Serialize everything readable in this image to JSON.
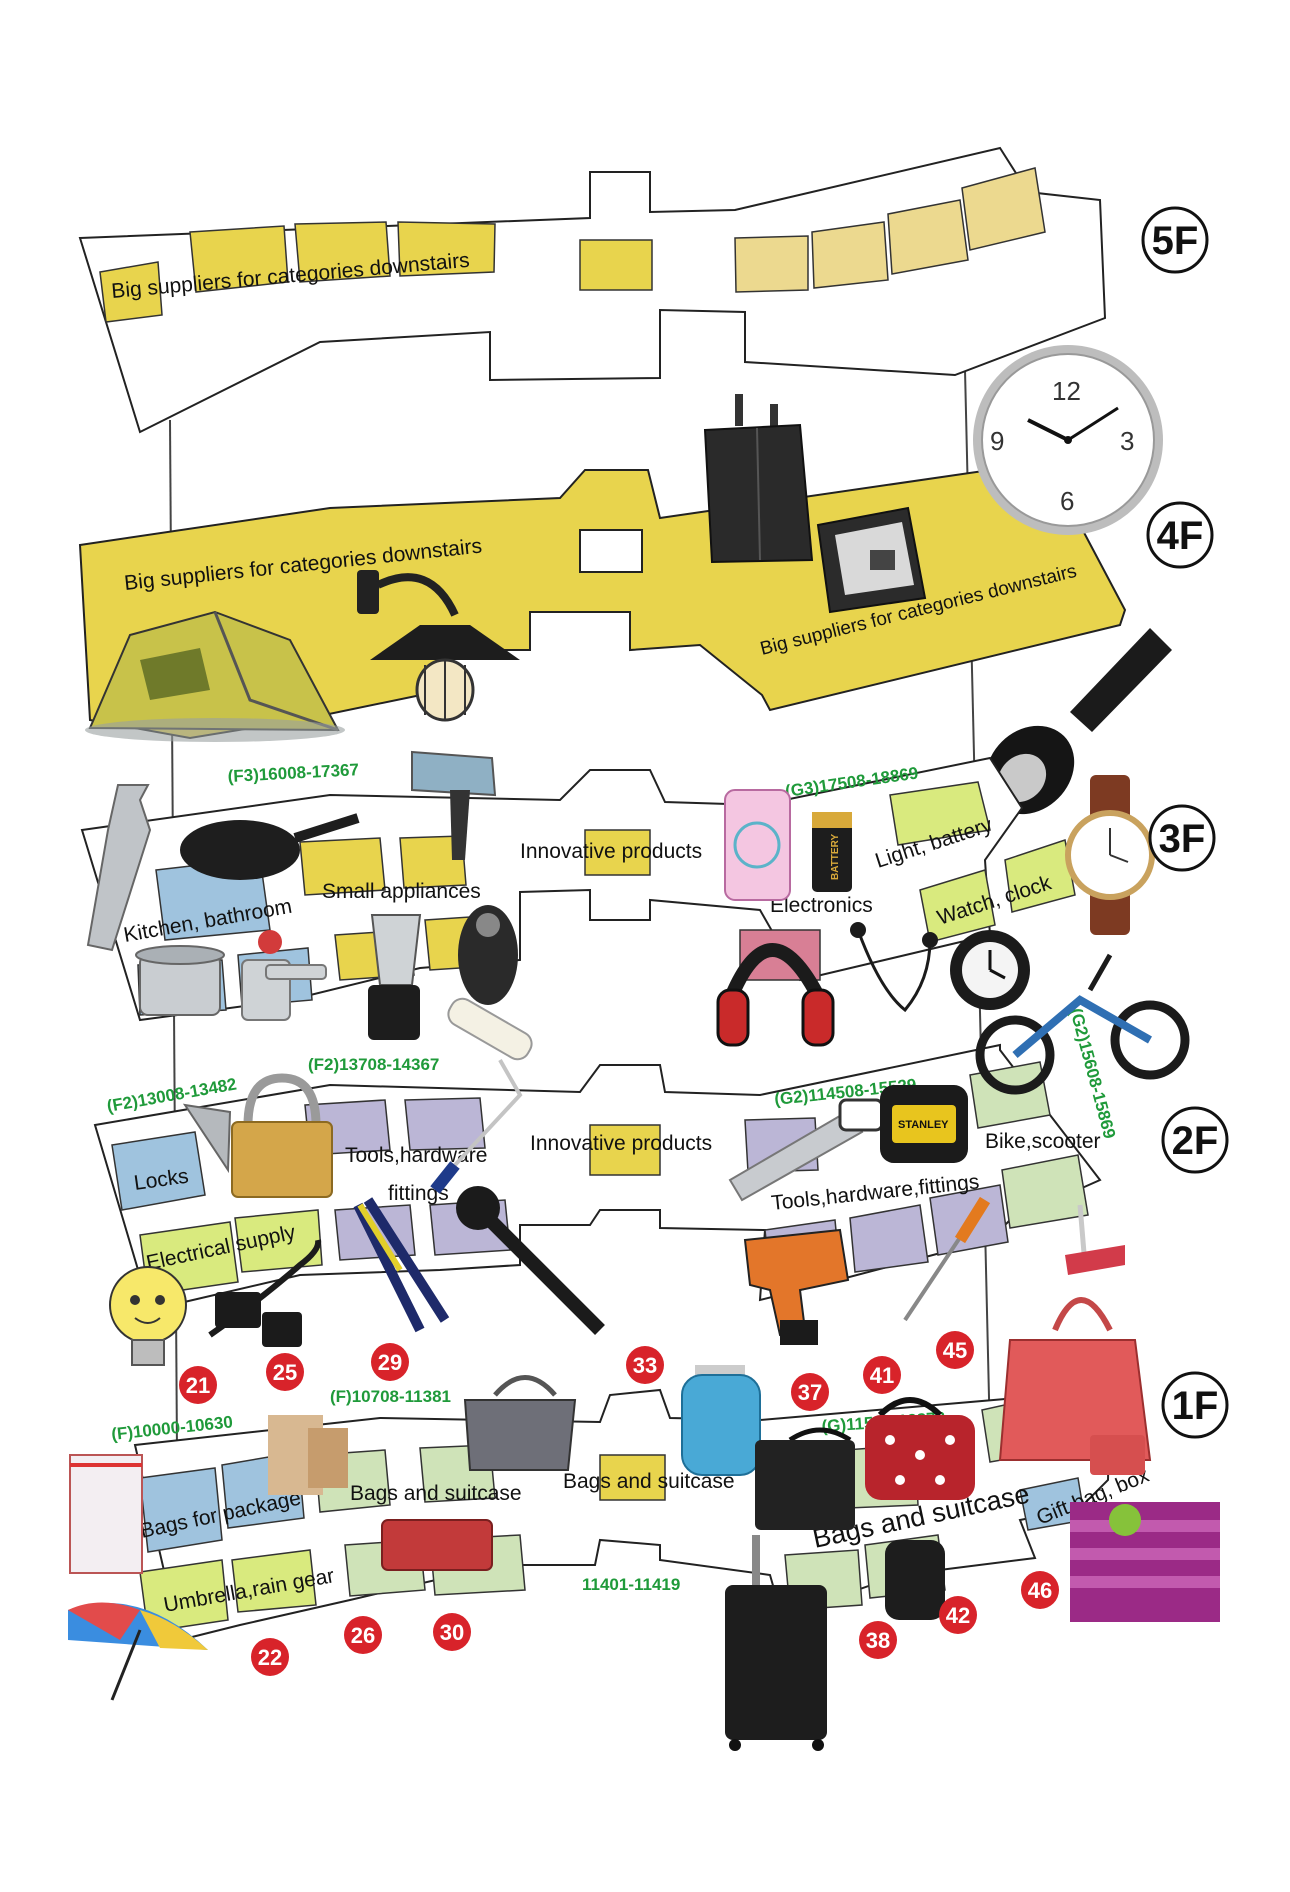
{
  "colors": {
    "yellow": "#e8d44d",
    "pale_yellow": "#ecd98f",
    "blue": "#9fc3de",
    "lilac": "#bbb6d6",
    "green": "#cfe3b8",
    "pink": "#d87f95",
    "lime": "#d9ea7e",
    "badge_red": "#d8232a",
    "range_green": "#1f9a3a"
  },
  "floors": {
    "f5": {
      "label": "5F",
      "zone_label": "Big suppliers for categories downstairs"
    },
    "f4": {
      "label": "4F",
      "zone_left": "Big suppliers for categories downstairs",
      "zone_right": "Big suppliers for categories downstairs",
      "icons": [
        "tent-icon",
        "wall-lamp-icon",
        "trolley-case-icon",
        "tool-case-icon",
        "wall-clock-icon",
        "flashlight-icon"
      ]
    },
    "f3": {
      "label": "3F",
      "range_left": "(F3)16008-17367",
      "range_right": "(G3)17508-18869",
      "categories": {
        "kitchen": "Kitchen, bathroom",
        "appliances": "Small appliances",
        "innovative": "Innovative products",
        "light": "Light, battery",
        "electronics": "Electronics",
        "watch": "Watch, clock"
      },
      "icons": [
        "water-bottle-icon",
        "frying-pan-icon",
        "hair-dryer-icon",
        "pot-icon",
        "faucet-icon",
        "blender-icon",
        "shaver-icon",
        "phone-case-icon",
        "battery-icon",
        "headphones-icon",
        "earphones-icon",
        "alarm-clock-icon",
        "wristwatch-icon"
      ]
    },
    "f2": {
      "label": "2F",
      "range_left_a": "(F2)13008-13482",
      "range_left_b": "(F2)13708-14367",
      "range_right": "(G2)114508-15529",
      "range_vertical": "(G2)15608-15869",
      "categories": {
        "locks": "Locks",
        "tools_left_1": "Tools,hardware",
        "tools_left_2": "fittings",
        "innovative": "Innovative products",
        "electrical": "Electrical supply",
        "tools_right": "Tools,hardware,fittings",
        "bike": "Bike,scooter"
      },
      "icons": [
        "padlock-icon",
        "paint-roller-icon",
        "plug-cable-icon",
        "bolt-cutter-icon",
        "wrench-icon",
        "lightbulb-icon",
        "saw-icon",
        "tape-measure-icon",
        "drill-icon",
        "screwdriver-icon",
        "balance-bike-icon",
        "scooter-icon"
      ]
    },
    "f1": {
      "label": "1F",
      "range_left_a": "(F)10000-10630",
      "range_left_b": "(F)10708-11381",
      "range_center": "11401-11419",
      "range_right": "(G)11508-12878",
      "categories": {
        "package": "Bags for package",
        "bags_left": "Bags and suitcase",
        "bags_center": "Bags and suitcase",
        "umbrella": "Umbrella,rain gear",
        "bags_right": "Bags and suitcase",
        "gift": "Gift bag, box"
      },
      "icons": [
        "zip-bag-icon",
        "paper-bag-icon",
        "handbag-icon",
        "school-backpack-icon",
        "laptop-bag-icon",
        "polka-handbag-icon",
        "tote-bag-icon",
        "umbrella-icon",
        "wallet-icon",
        "suitcase-icon",
        "backpack-icon",
        "gift-bag-icon"
      ]
    }
  },
  "entrances": {
    "e21": "21",
    "e25": "25",
    "e29": "29",
    "e33": "33",
    "e37": "37",
    "e41": "41",
    "e45": "45",
    "e22": "22",
    "e26": "26",
    "e30": "30",
    "e38": "38",
    "e42": "42",
    "e46": "46"
  },
  "clock_face": {
    "n12": "12",
    "n3": "3",
    "n6": "6",
    "n9": "9"
  },
  "product_text": {
    "tape_brand": "STANLEY",
    "battery_text": "BATTERY"
  }
}
